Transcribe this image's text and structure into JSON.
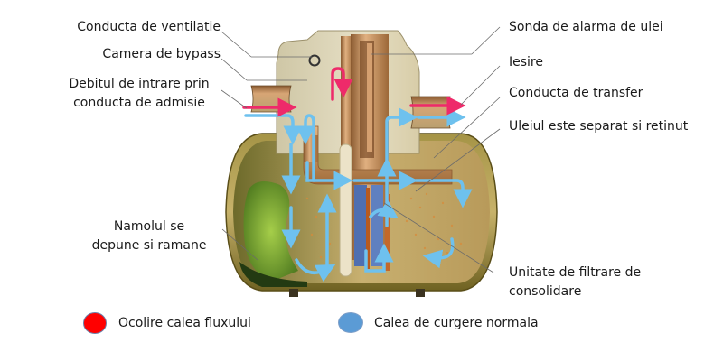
{
  "title": "Separator de hidrocarburi - diagrama fluxului",
  "labels_left": [
    {
      "id": "vent-pipe",
      "text": "Conducta de ventilatie"
    },
    {
      "id": "bypass-chamber",
      "text": "Camera de bypass"
    },
    {
      "id": "inlet-flow",
      "lines": [
        "Debitul de intrare prin",
        "conducta de admisie"
      ]
    },
    {
      "id": "sludge",
      "lines": [
        "Namolul se",
        "depune si ramane"
      ]
    }
  ],
  "labels_right": [
    {
      "id": "oil-alarm-probe",
      "text": "Sonda de alarma de ulei"
    },
    {
      "id": "outlet",
      "text": "Iesire"
    },
    {
      "id": "transfer-pipe",
      "text": "Conducta de transfer"
    },
    {
      "id": "oil-separated",
      "text": "Uleiul este separat si retinut"
    },
    {
      "id": "coalescing-filter",
      "lines": [
        "Unitate de filtrare de",
        "consolidare"
      ]
    }
  ],
  "legend": [
    {
      "id": "bypass-flow",
      "label": "Ocolire calea fluxului",
      "color": "#ff0000"
    },
    {
      "id": "normal-flow",
      "label": "Calea de curgere normala",
      "color": "#5b9bd5"
    }
  ],
  "colors": {
    "bypass_arrow": "#ee2a6a",
    "normal_arrow": "#6ec1ee",
    "tank_shell": "#8a7a2a",
    "tank_interior": "#c9b56a",
    "chamber": "#d9d1b5",
    "pipe": "#c58f5a",
    "sludge": "#8fc03a",
    "filter": "#4f6fb0",
    "leader_line": "#6b6b6b"
  }
}
